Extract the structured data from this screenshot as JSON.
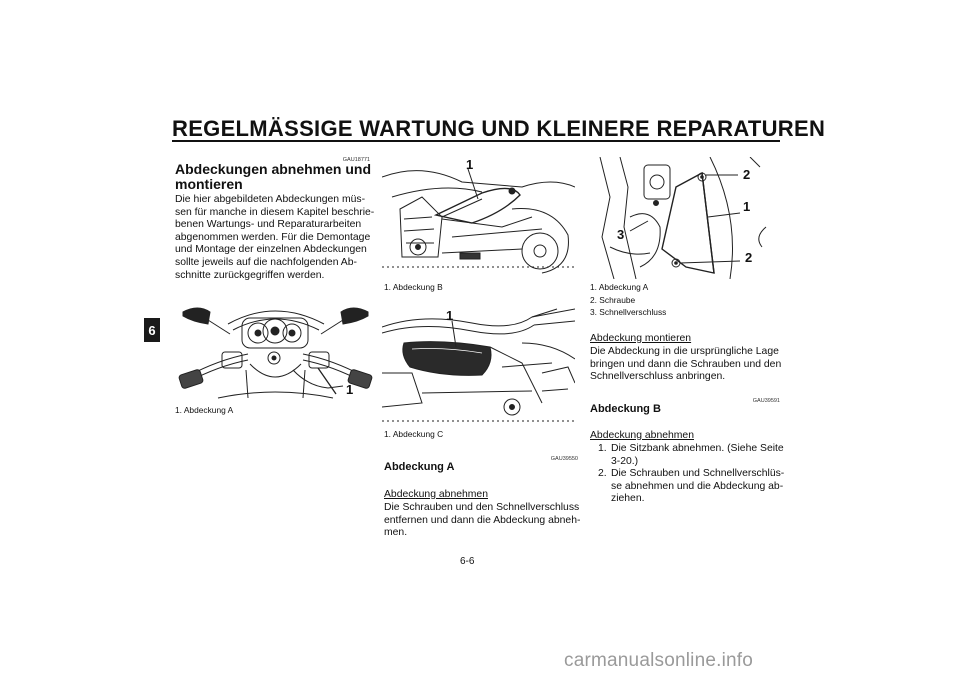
{
  "header": {
    "title": "REGELMÄSSIGE WARTUNG UND KLEINERE REPARATUREN"
  },
  "chapter_tab": "6",
  "page_number": "6-6",
  "watermark": "carmanualsonline.info",
  "col1": {
    "code": "GAU18771",
    "heading_line1": "Abdeckungen abnehmen und",
    "heading_line2": "montieren",
    "intro_lines": [
      "Die hier abgebildeten Abdeckungen müs-",
      "sen für manche in diesem Kapitel beschrie-",
      "benen Wartungs- und Reparaturarbeiten",
      "abgenommen werden. Für die Demontage",
      "und Montage der einzelnen Abdeckungen",
      "sollte jeweils auf die nachfolgenden Ab-",
      "schnitte zurückgegriffen werden."
    ],
    "figure_label": "1",
    "caption": "1.  Abdeckung A"
  },
  "col2": {
    "figure1_label": "1",
    "caption1": "1.  Abdeckung B",
    "figure2_label": "1",
    "caption2": "1.  Abdeckung C",
    "code": "GAU39550",
    "heading": "Abdeckung A",
    "subheading": "Abdeckung abnehmen",
    "body_lines": [
      "Die Schrauben und den Schnellverschluss",
      "entfernen und dann die Abdeckung abneh-",
      "men."
    ]
  },
  "col3": {
    "figure_labels": {
      "a": "2",
      "b": "1",
      "c": "3",
      "d": "2"
    },
    "captions": [
      "1.  Abdeckung A",
      "2.  Schraube",
      "3.  Schnellverschluss"
    ],
    "subheading1": "Abdeckung montieren",
    "body1_lines": [
      "Die Abdeckung in die ursprüngliche Lage",
      "bringen und dann die Schrauben und den",
      "Schnellverschluss anbringen."
    ],
    "code": "GAU39591",
    "heading": "Abdeckung B",
    "subheading2": "Abdeckung abnehmen",
    "steps": [
      {
        "num": "1.",
        "lines": [
          "Die Sitzbank abnehmen. (Siehe Seite",
          "3-20.)"
        ]
      },
      {
        "num": "2.",
        "lines": [
          "Die Schrauben und Schnellverschlüs-",
          "se abnehmen und die Abdeckung ab-",
          "ziehen."
        ]
      }
    ]
  }
}
